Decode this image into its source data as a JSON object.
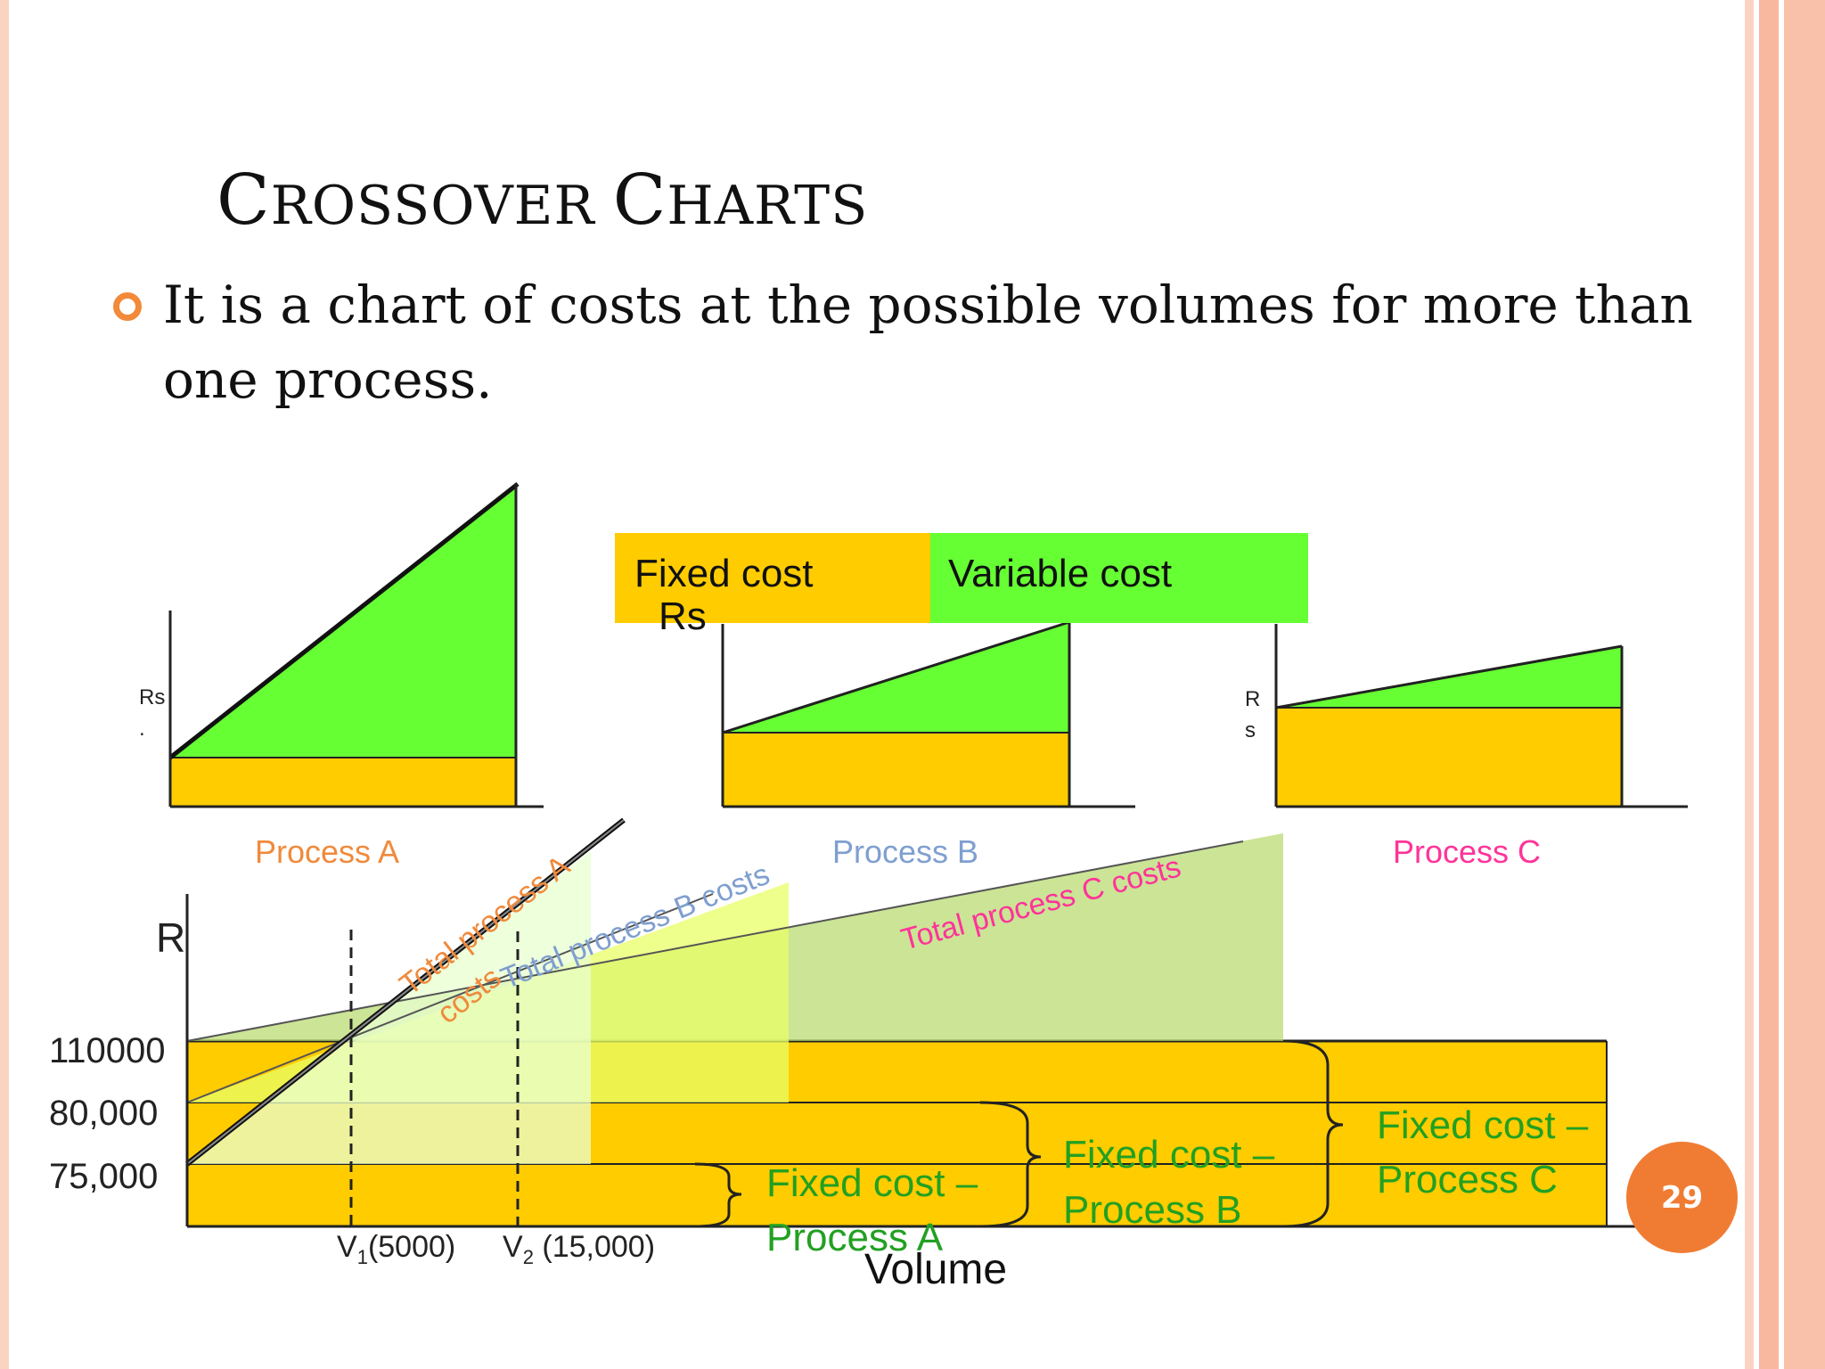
{
  "slide": {
    "title_first_C": "C",
    "title_rest1": "ROSSOVER ",
    "title_second_C": "C",
    "title_rest2": "HARTS",
    "bullet": "It is a chart of costs at the possible volumes for more than one process.",
    "page_number": "29"
  },
  "legend": {
    "fixed": "Fixed cost",
    "variable": "Variable cost"
  },
  "small_charts": {
    "a": {
      "ylabel_top": "Rs",
      "ylabel_bottom": ".",
      "caption": "Process A"
    },
    "b": {
      "ylabel": "Rs",
      "caption": "Process B"
    },
    "c": {
      "ylabel_top": "R",
      "ylabel_bottom": "s",
      "caption": "Process C"
    }
  },
  "main_chart": {
    "ylabel": "R",
    "xlabel": "Volume",
    "yticks": [
      "110000",
      "80,000",
      "75,000"
    ],
    "v1_label": "V",
    "v1_sub": "1",
    "v1_value": "(5000)",
    "v2_label": "V",
    "v2_sub": "2",
    "v2_value": " (15,000)",
    "line_a_1": "Total process A",
    "line_a_2": "costs",
    "line_b": "Total process B costs",
    "line_c": "Total process C costs",
    "brace_a_1": "Fixed cost –",
    "brace_a_2": "Process A",
    "brace_b_1": "Fixed cost –",
    "brace_b_2": "Process B",
    "brace_c_1": "Fixed cost –",
    "brace_c_2": "Process C"
  },
  "colors": {
    "fixed": "#ffcc00",
    "variable": "#66ff33",
    "process_a": "#f08a3c",
    "process_b": "#7f9fd0",
    "process_c": "#ff3399",
    "brace_text": "#22a022",
    "badge": "#f07c33",
    "border": "#f9b59b"
  }
}
